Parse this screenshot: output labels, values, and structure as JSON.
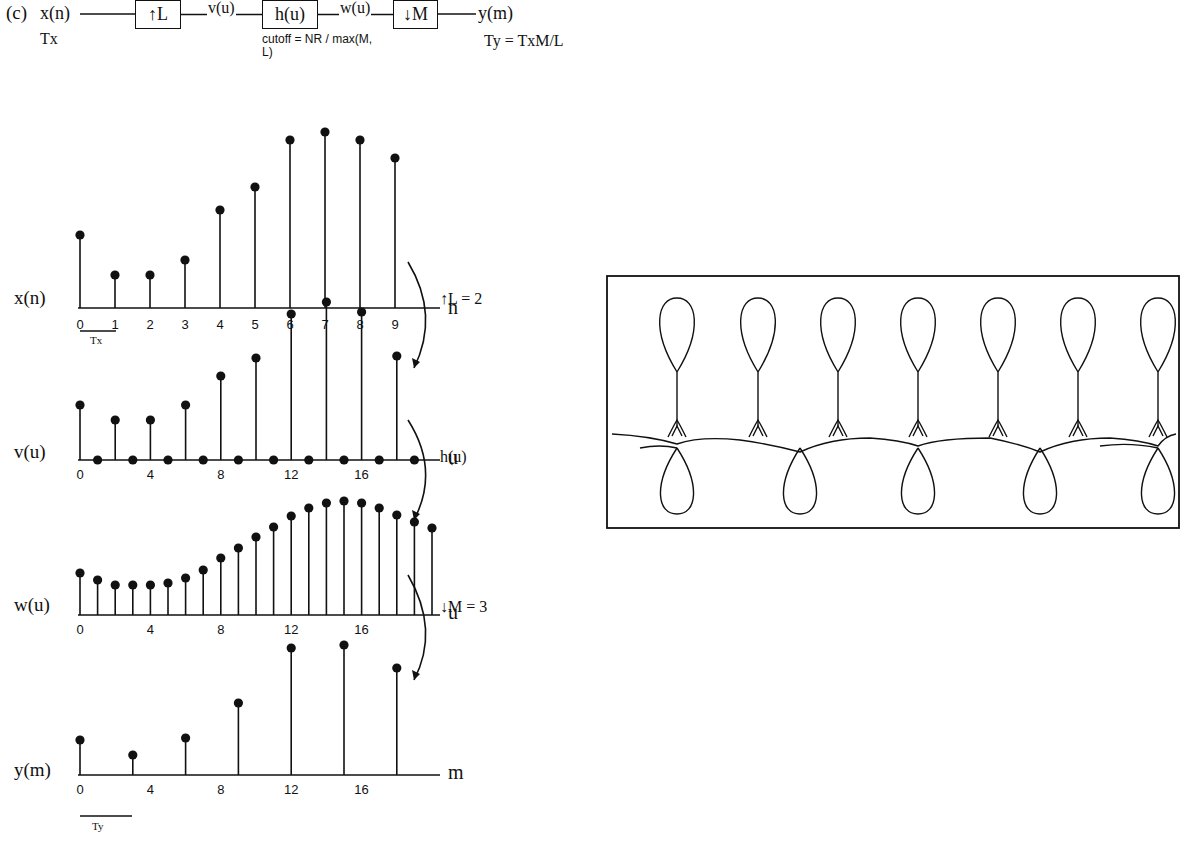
{
  "diagram": {
    "nodes": [
      {
        "text": [
          "↑L"
        ]
      },
      {
        "text": [
          "h(u)"
        ]
      },
      {
        "text": [
          "↓M"
        ]
      }
    ],
    "edges": [
      {
        "from": 0,
        "to": 1,
        "arrow": "none",
        "label": "v(u)"
      },
      {
        "from": 1,
        "to": 2,
        "arrow": "none",
        "label": "w(u)"
      }
    ],
    "labels": [
      "(c)",
      "x(n)",
      "Tx",
      "cutoff = NR / max(M, L)",
      "y(m)",
      "Ty = TxM/L",
      "x(n)",
      "0",
      "1",
      "2",
      "3",
      "4",
      "5",
      "6",
      "7",
      "8",
      "9",
      "n",
      "Tx",
      "↑L = 2",
      "v(u)",
      "0",
      "4",
      "8",
      "12",
      "16",
      "u",
      "h(u)",
      "w(u)",
      "0",
      "4",
      "8",
      "12",
      "16",
      "u",
      "↓M = 3",
      "y(m)",
      "0",
      "4",
      "8",
      "12",
      "16",
      "m",
      "Ty"
    ]
  }
}
